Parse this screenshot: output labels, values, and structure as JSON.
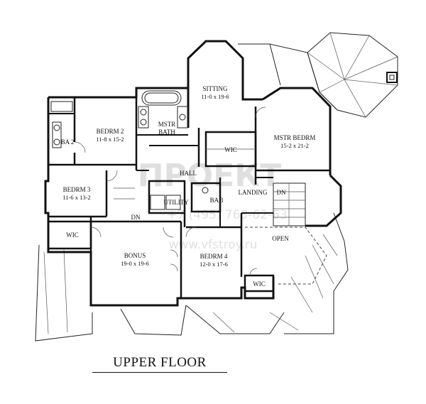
{
  "plan_title": "UPPER FLOOR",
  "watermark": {
    "logo": "ПРОЕКТ",
    "phone": "+7 (495) 763-62-63",
    "url": "www.vfstroy.ru"
  },
  "rooms": {
    "sitting": {
      "name": "SITTING",
      "dims": "11-0 x 19-6"
    },
    "mstr_bath": {
      "name": "MSTR",
      "name2": "BATH"
    },
    "bedrm2": {
      "name": "BEDRM 2",
      "dims": "11-8 x 15-2"
    },
    "ba2": {
      "name": "BA 2"
    },
    "mstr_bedrm": {
      "name": "MSTR BEDRM",
      "dims": "15-2 x 21-2"
    },
    "wic_master": {
      "name": "WIC"
    },
    "hall": {
      "name": "HALL"
    },
    "bedrm3": {
      "name": "BEDRM 3",
      "dims": "11-6 x 13-2"
    },
    "utility": {
      "name": "UTILITY"
    },
    "ba3": {
      "name": "BA 3"
    },
    "landing": {
      "name": "LANDING"
    },
    "dn_stair": {
      "name": "DN"
    },
    "dn_bonus": {
      "name": "DN"
    },
    "wic_left": {
      "name": "WIC"
    },
    "open": {
      "name": "OPEN"
    },
    "bonus": {
      "name": "BONUS",
      "dims": "19-0 x 19-6"
    },
    "bedrm4": {
      "name": "BEDRM 4",
      "dims": "12-0 x 17-6"
    },
    "wic_bed4": {
      "name": "WIC"
    }
  }
}
